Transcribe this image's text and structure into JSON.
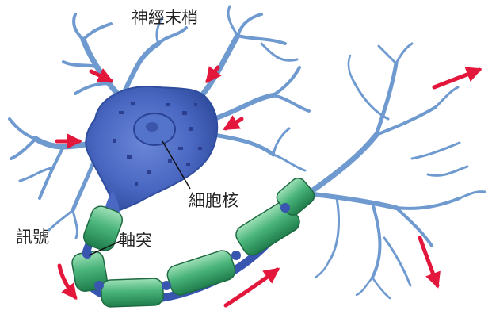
{
  "labels": {
    "nerve_endings": "神經末梢",
    "nucleus": "細胞核",
    "signal": "訊號",
    "axon": "軸突"
  },
  "colors": {
    "dendrite": "#6f9ad0",
    "dendrite_dark": "#4f79b4",
    "soma": "#4c6fc6",
    "soma_dark": "#2f4fa6",
    "myelin": "#3fa86f",
    "myelin_light": "#8ad4a6",
    "node": "#3856b0",
    "arrow": "#e3163b"
  },
  "icons": [
    "signal-arrow-icon"
  ]
}
